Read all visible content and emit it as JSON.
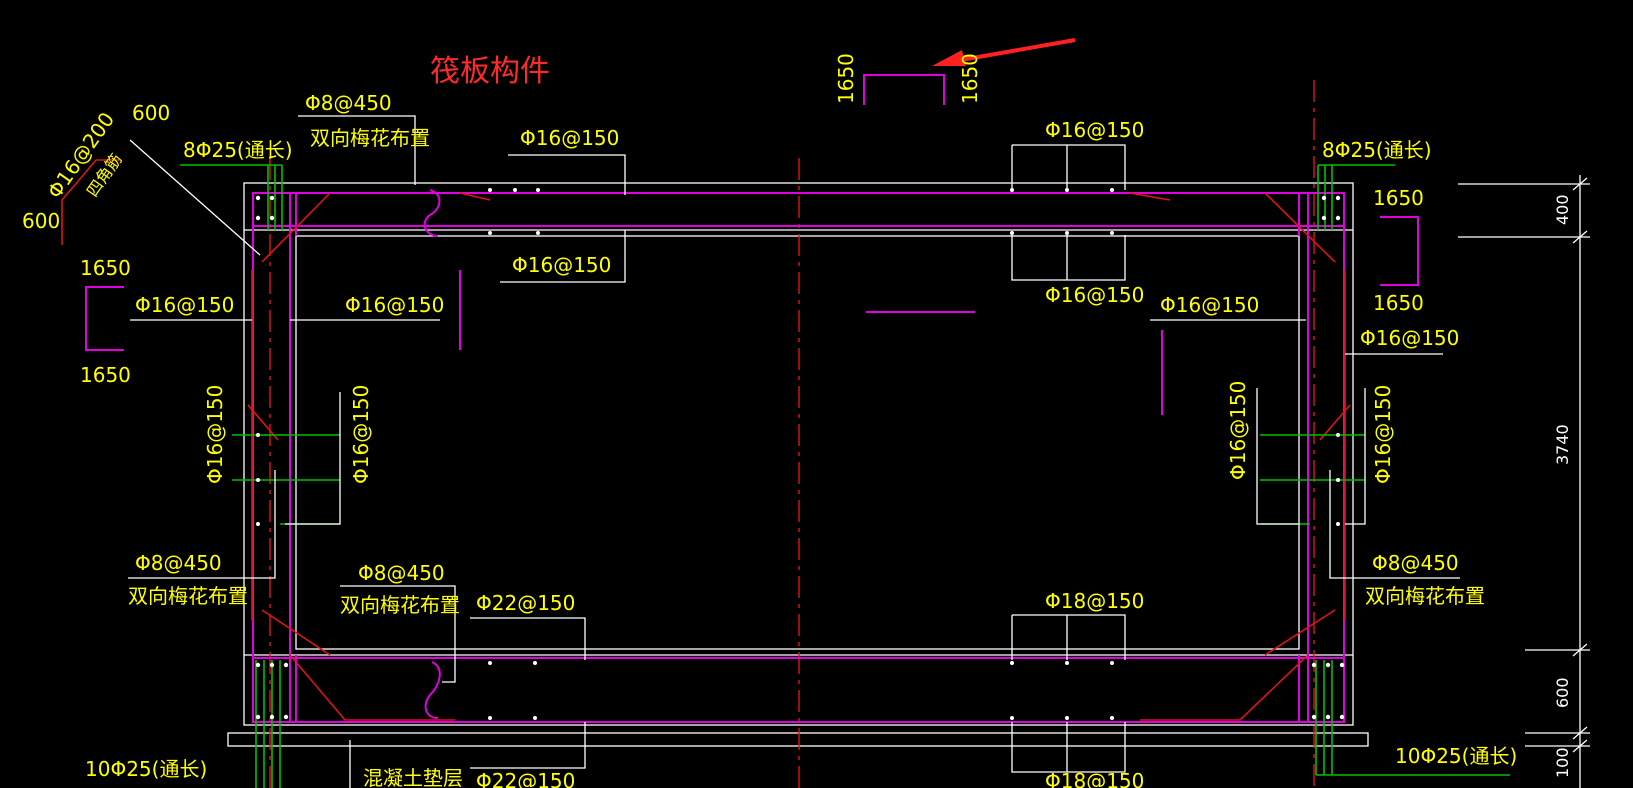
{
  "title": "筏板构件",
  "labels": {
    "phi8_450": "Φ8@450",
    "phi16_150": "Φ16@150",
    "phi16_200": "Φ16@200",
    "phi18_150": "Φ18@150",
    "phi22_150": "Φ22@150",
    "top_long": "8Φ25(通长)",
    "bot_long": "10Φ25(通长)",
    "plum": "双向梅花布置",
    "corner": "四角筋",
    "bedding": "混凝土垫层"
  },
  "dims": {
    "d600": "600",
    "d1650": "1650",
    "d400": "400",
    "d3740": "3740",
    "d100": "100"
  },
  "colors": {
    "background": "#000000",
    "annotation": "#ffff00",
    "rebar": "#e000e0",
    "centerline": "#e01414",
    "outline": "#ffffff",
    "longitudinal": "#00c000",
    "arrow": "#ff2020"
  }
}
